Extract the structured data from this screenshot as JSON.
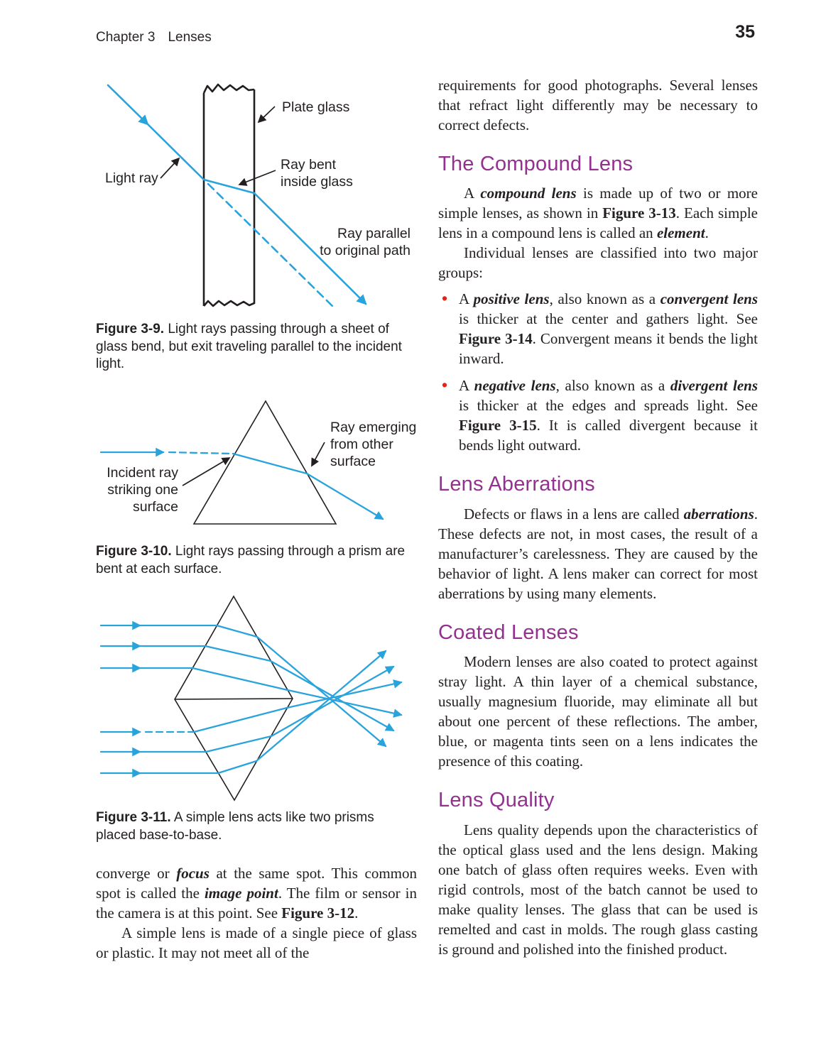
{
  "header": {
    "chapter": "Chapter 3",
    "topic": "Lenses",
    "page_number": "35"
  },
  "colors": {
    "heading_magenta": "#94308F",
    "ray_blue": "#29A3DC",
    "bullet_red": "#E3231E",
    "ink": "#242021"
  },
  "figures": {
    "fig_3_9": {
      "labels": {
        "plate_glass": "Plate glass",
        "light_ray": "Light ray",
        "ray_bent": [
          "Ray bent",
          "inside glass"
        ],
        "ray_parallel": [
          "Ray parallel",
          "to original path"
        ]
      },
      "caption_runs": [
        {
          "t": "Figure 3-9.",
          "s": "b"
        },
        {
          "t": " Light rays passing through a sheet of glass bend, but exit traveling parallel to the incident light.",
          "s": "n"
        }
      ]
    },
    "fig_3_10": {
      "labels": {
        "ray_emerging": [
          "Ray emerging",
          "from other",
          "surface"
        ],
        "incident_ray": [
          "Incident ray",
          "striking one",
          "surface"
        ]
      },
      "caption_runs": [
        {
          "t": "Figure 3-10.",
          "s": "b"
        },
        {
          "t": " Light rays passing through a prism are bent at each surface.",
          "s": "n"
        }
      ]
    },
    "fig_3_11": {
      "caption_runs": [
        {
          "t": "Figure 3-11.",
          "s": "b"
        },
        {
          "t": " A simple lens acts like two prisms placed base-to-base.",
          "s": "n"
        }
      ]
    }
  },
  "left_column": {
    "paragraphs": [
      {
        "runs": [
          {
            "t": "converge or ",
            "s": "n"
          },
          {
            "t": "focus",
            "s": "bi"
          },
          {
            "t": " at the same spot. This common spot is called the ",
            "s": "n"
          },
          {
            "t": "image point",
            "s": "bi"
          },
          {
            "t": ". The film or sensor in the camera is at this point. See ",
            "s": "n"
          },
          {
            "t": "Figure 3-12",
            "s": "b"
          },
          {
            "t": ".",
            "s": "n"
          }
        ]
      },
      {
        "runs": [
          {
            "t": "A simple lens is made of a single piece of glass or plastic. It may not meet all of the",
            "s": "n"
          }
        ]
      }
    ]
  },
  "right_column": {
    "bullet_glyph": "•",
    "intro_runs": [
      {
        "t": "requirements for good photographs. Several lenses that refract light differently may be necessary to correct defects.",
        "s": "n"
      }
    ],
    "sections": [
      {
        "heading": "The Compound Lens",
        "paragraphs": [
          {
            "runs": [
              {
                "t": "A ",
                "s": "n"
              },
              {
                "t": "compound lens",
                "s": "bi"
              },
              {
                "t": " is made up of two or more simple lenses, as shown in ",
                "s": "n"
              },
              {
                "t": "Figure 3-13",
                "s": "b"
              },
              {
                "t": ". Each simple lens in a compound lens is called an ",
                "s": "n"
              },
              {
                "t": "element",
                "s": "bi"
              },
              {
                "t": ".",
                "s": "n"
              }
            ]
          },
          {
            "runs": [
              {
                "t": "Individual lenses are classified into two major groups:",
                "s": "n"
              }
            ]
          }
        ],
        "bullets": [
          {
            "runs": [
              {
                "t": "A ",
                "s": "n"
              },
              {
                "t": "positive lens",
                "s": "bi"
              },
              {
                "t": ", also known as a ",
                "s": "n"
              },
              {
                "t": "convergent lens",
                "s": "bi"
              },
              {
                "t": " is thicker at the center and gathers light. See ",
                "s": "n"
              },
              {
                "t": "Figure 3-14",
                "s": "b"
              },
              {
                "t": ". Convergent means it bends the light inward.",
                "s": "n"
              }
            ]
          },
          {
            "runs": [
              {
                "t": "A ",
                "s": "n"
              },
              {
                "t": "negative lens",
                "s": "bi"
              },
              {
                "t": ", also known as a ",
                "s": "n"
              },
              {
                "t": "divergent lens",
                "s": "bi"
              },
              {
                "t": " is thicker at the edges and spreads light. See ",
                "s": "n"
              },
              {
                "t": "Figure 3-15",
                "s": "b"
              },
              {
                "t": ". It is called divergent because it bends light outward.",
                "s": "n"
              }
            ]
          }
        ]
      },
      {
        "heading": "Lens Aberrations",
        "paragraphs": [
          {
            "runs": [
              {
                "t": "Defects or flaws in a lens are called ",
                "s": "n"
              },
              {
                "t": "aberrations",
                "s": "bi"
              },
              {
                "t": ". These defects are not, in most cases, the result of a manufacturer’s carelessness. They are caused by the behavior of light. A lens maker can correct for most aberrations by using many elements.",
                "s": "n"
              }
            ]
          }
        ]
      },
      {
        "heading": "Coated Lenses",
        "paragraphs": [
          {
            "runs": [
              {
                "t": "Modern lenses are also coated to protect against stray light. A thin layer of a chemical substance, usually magnesium fluoride, may eliminate all but about one percent of these reflections. The amber, blue, or magenta tints seen on a lens indicates the presence of this coating.",
                "s": "n"
              }
            ]
          }
        ]
      },
      {
        "heading": "Lens Quality",
        "paragraphs": [
          {
            "runs": [
              {
                "t": "Lens quality depends upon the characteristics of the optical glass used and the lens design. Making one batch of glass often requires weeks. Even with rigid controls, most of the batch cannot be used to make quality lenses. The glass that can be used is remelted and cast in molds. The rough glass casting is ground and polished into the finished product.",
                "s": "n"
              }
            ]
          }
        ]
      }
    ]
  }
}
